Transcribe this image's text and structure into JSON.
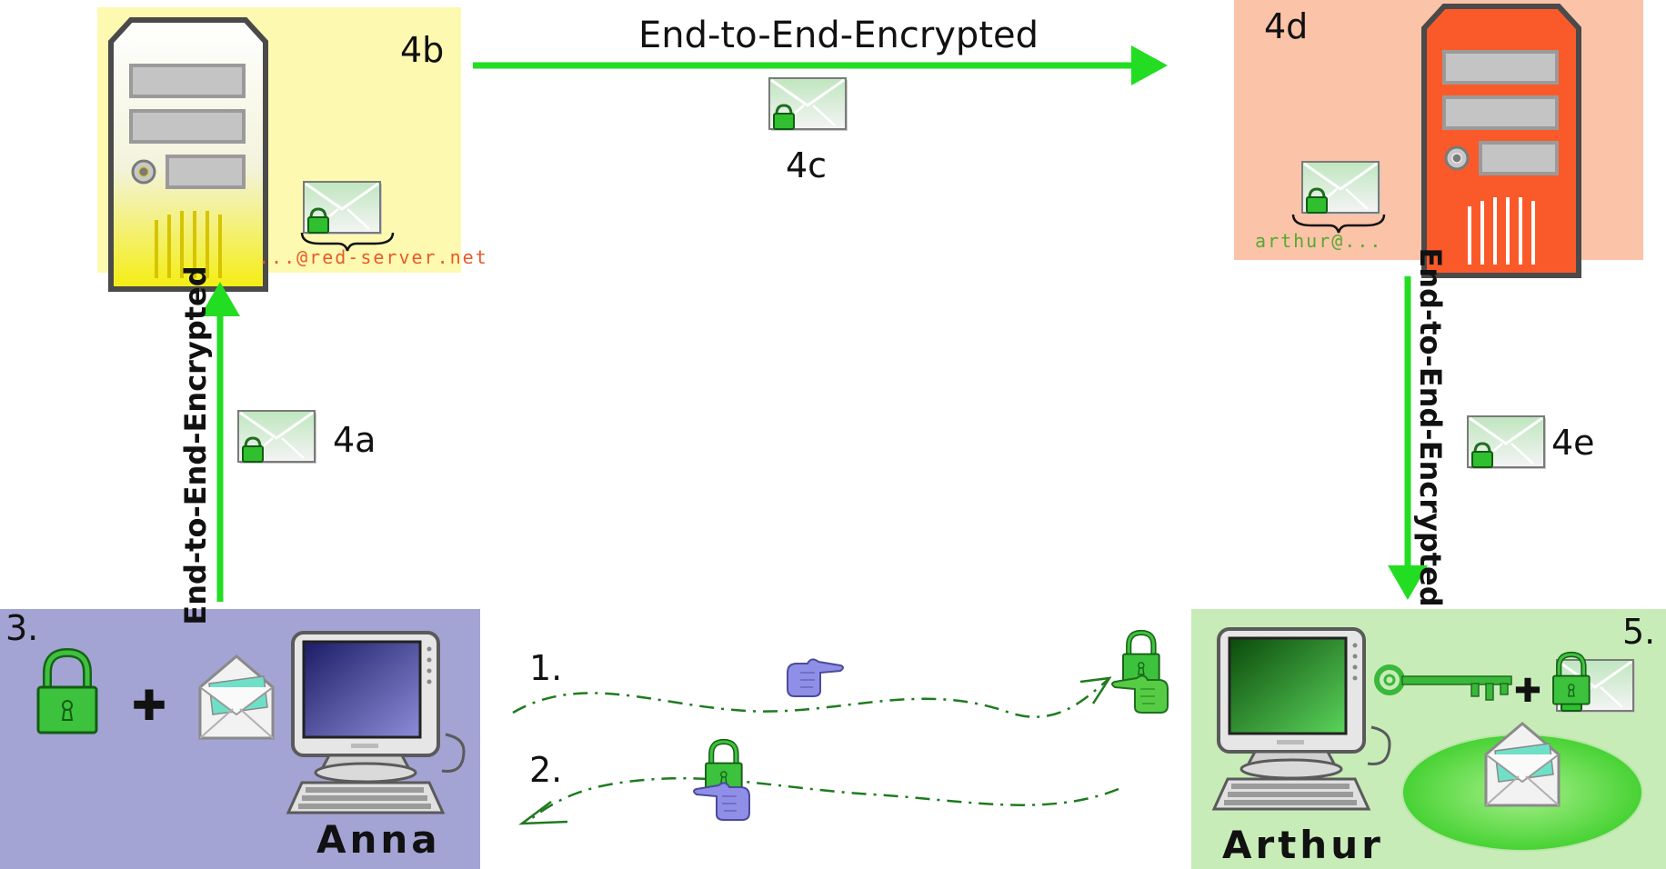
{
  "colors": {
    "green_arrow": "#22dd22",
    "anna_bg": "#a3a3d4",
    "arthur_bg": "#c8ecb8",
    "server_yellow_bg": "#fdf9b0",
    "server_red_bg": "#fbc3a8",
    "red_server": "#fa5a2a",
    "path_green": "#1e7b1e",
    "address_red": "#e85a2a",
    "address_green": "#55aa33"
  },
  "labels": {
    "e2e_top": "End-to-End-Encrypted",
    "e2e_left": "End-to-End-Encrypted",
    "e2e_right": "End-to-End-Encrypted",
    "step_1": "1.",
    "step_2": "2.",
    "step_3": "3.",
    "step_4a": "4a",
    "step_4b": "4b",
    "step_4c": "4c",
    "step_4d": "4d",
    "step_4e": "4e",
    "step_5": "5.",
    "anna": "Anna",
    "arthur": "Arthur",
    "address_sender_server": "...@red-server.net",
    "address_recipient": "arthur@..."
  },
  "icons": [
    "server-icon",
    "envelope-locked-icon",
    "padlock-icon",
    "plus-icon",
    "open-envelope-icon",
    "computer-icon",
    "pointing-hand-icon",
    "key-icon"
  ]
}
